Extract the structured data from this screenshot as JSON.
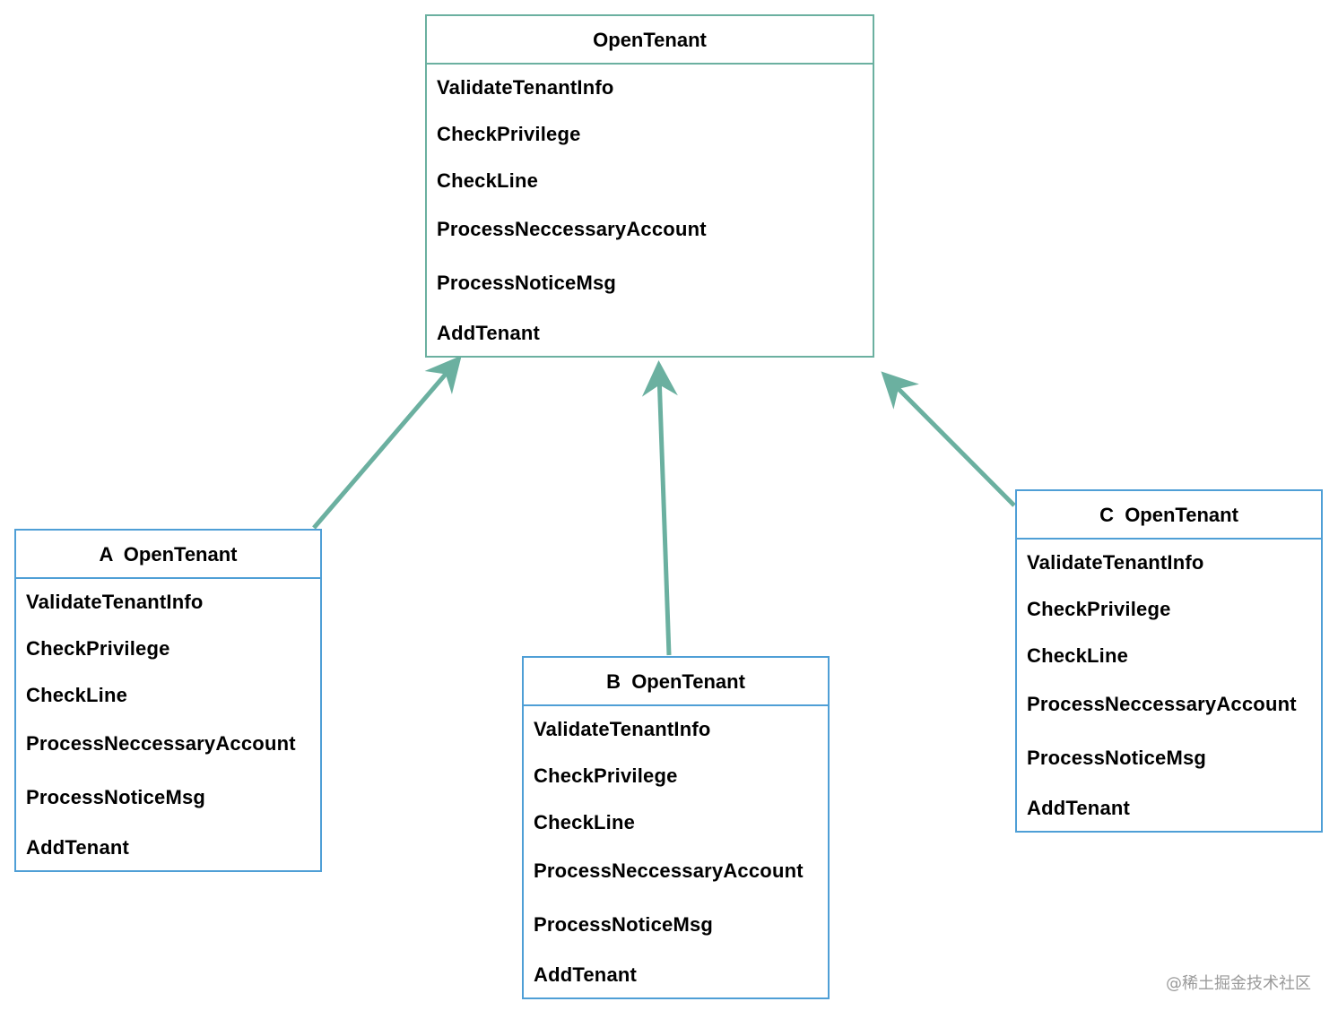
{
  "colors": {
    "arrow": "#6bb0a0",
    "parent_border": "#6bb0a0",
    "child_border": "#4f9fd6"
  },
  "parent": {
    "title": "OpenTenant",
    "methods": [
      "ValidateTenantInfo",
      "CheckPrivilege",
      "CheckLine",
      "ProcessNeccessaryAccount",
      "ProcessNoticeMsg",
      "AddTenant"
    ]
  },
  "children": [
    {
      "title": "A  OpenTenant",
      "methods": [
        "ValidateTenantInfo",
        "CheckPrivilege",
        "CheckLine",
        "ProcessNeccessaryAccount",
        "ProcessNoticeMsg",
        "AddTenant"
      ]
    },
    {
      "title": "B  OpenTenant",
      "methods": [
        "ValidateTenantInfo",
        "CheckPrivilege",
        "CheckLine",
        "ProcessNeccessaryAccount",
        "ProcessNoticeMsg",
        "AddTenant"
      ]
    },
    {
      "title": "C  OpenTenant",
      "methods": [
        "ValidateTenantInfo",
        "CheckPrivilege",
        "CheckLine",
        "ProcessNeccessaryAccount",
        "ProcessNoticeMsg",
        "AddTenant"
      ]
    }
  ],
  "watermark": "@稀土掘金技术社区"
}
